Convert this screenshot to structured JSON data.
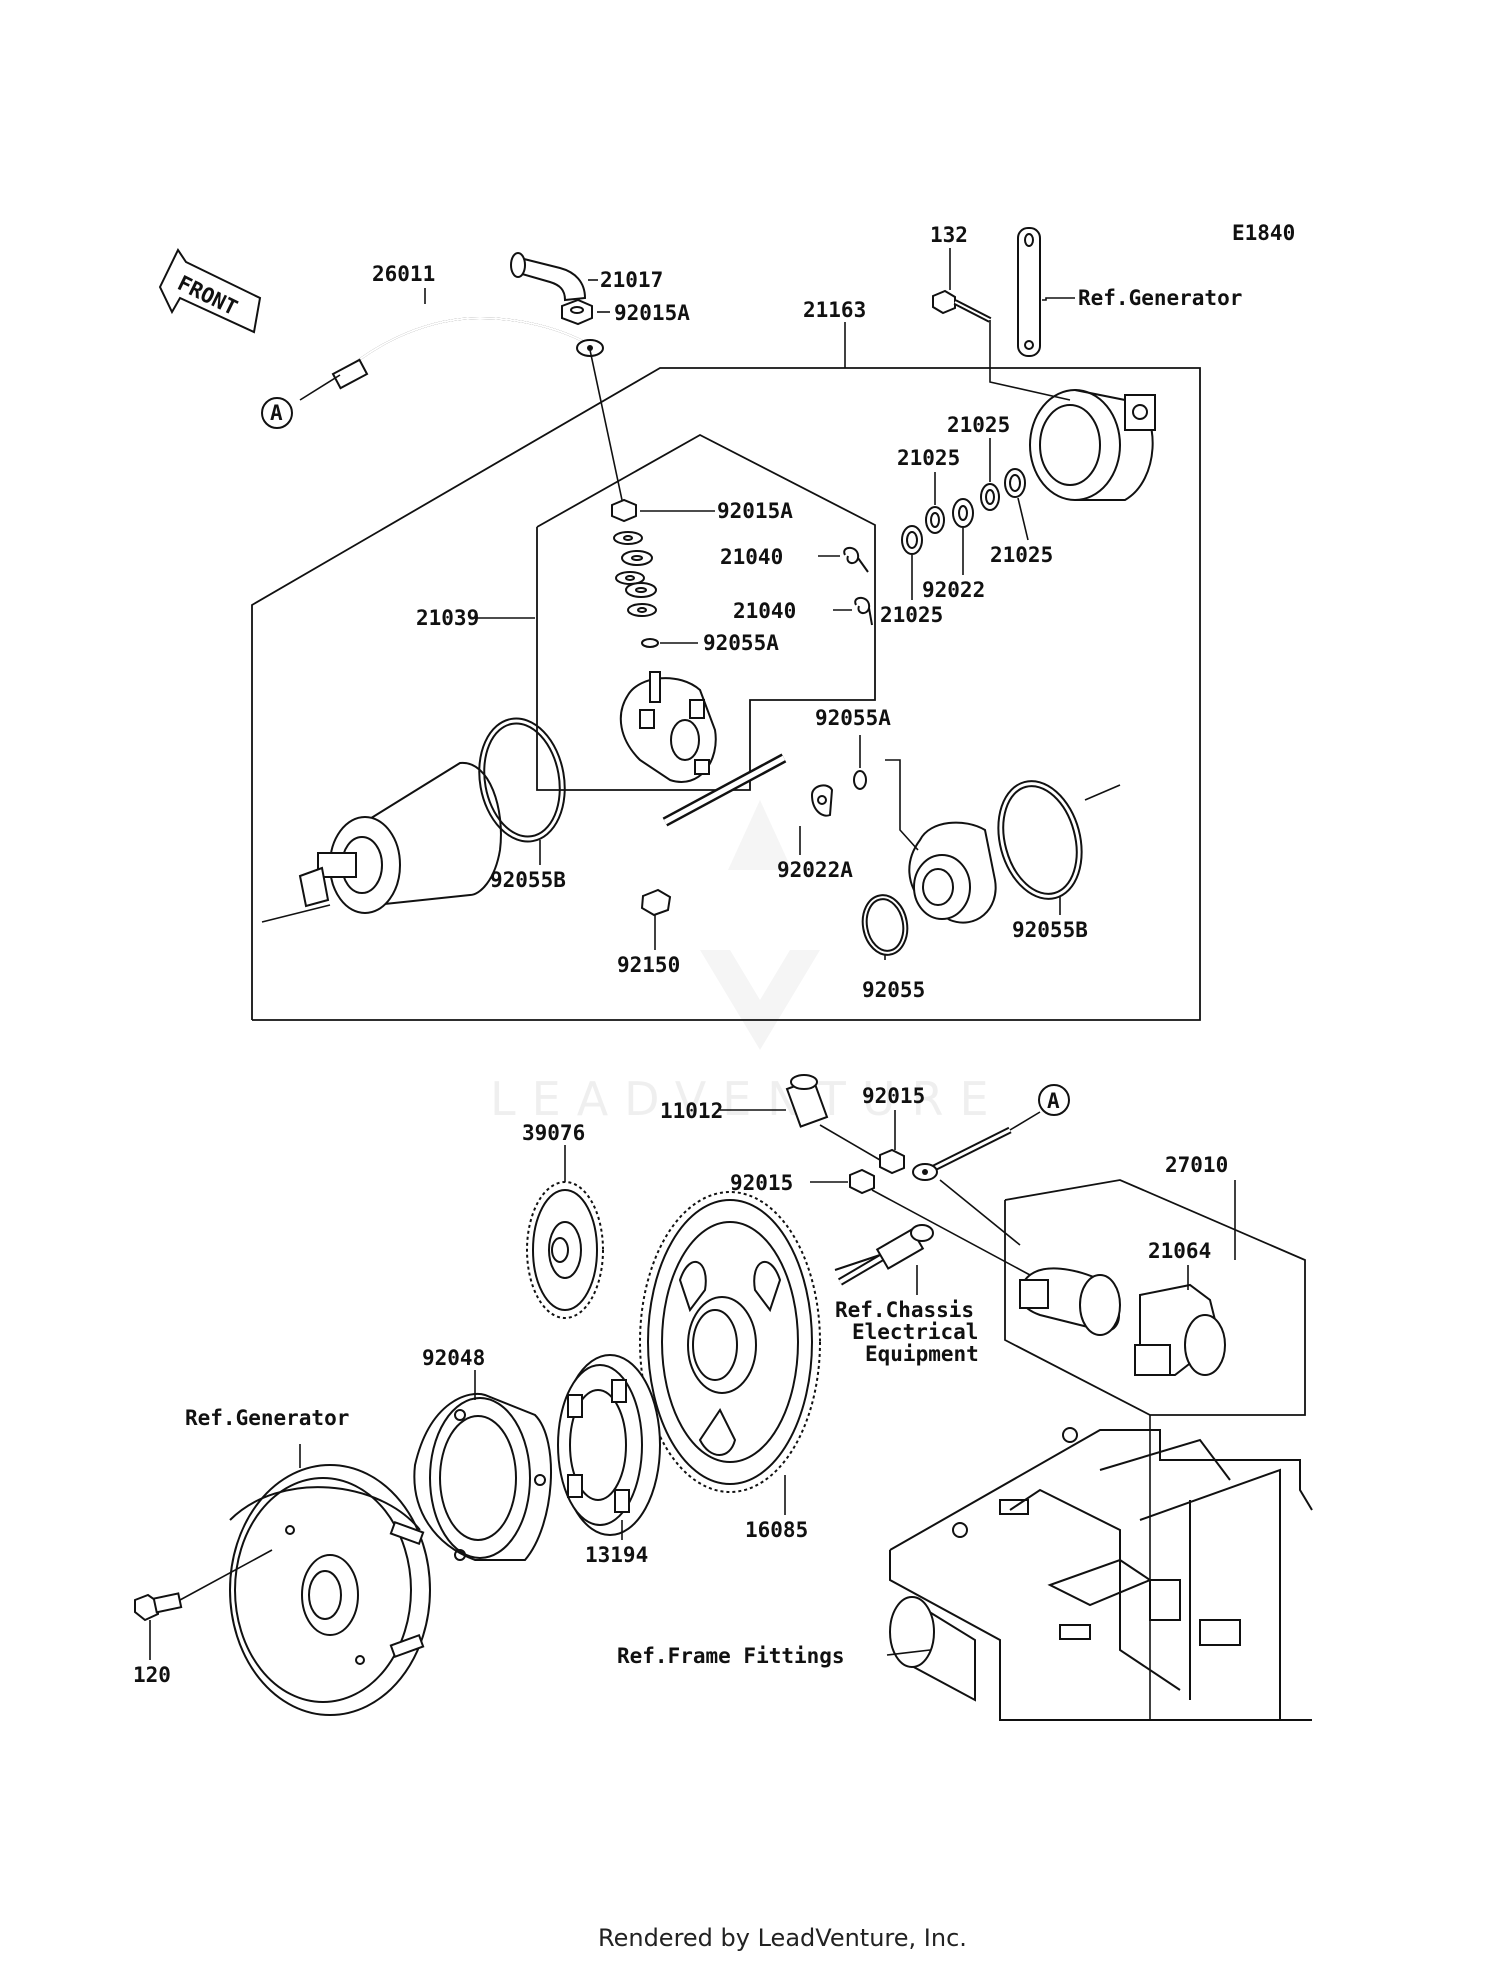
{
  "diagram": {
    "code": "E1840",
    "front_label": "FRONT",
    "callout_A": "A",
    "refs": {
      "generator_top": "Ref.Generator",
      "generator_bottom": "Ref.Generator",
      "chassis_1": "Ref.Chassis",
      "chassis_2": "Electrical",
      "chassis_3": "Equipment",
      "frame": "Ref.Frame Fittings"
    },
    "parts": {
      "p26011": "26011",
      "p21017": "21017",
      "p92015A_top": "92015A",
      "p21163": "21163",
      "p132": "132",
      "p21025_a": "21025",
      "p21025_b": "21025",
      "p21025_c": "21025",
      "p21025_d": "21025",
      "p92022": "92022",
      "p92015A_mid": "92015A",
      "p21040_a": "21040",
      "p21040_b": "21040",
      "p21039": "21039",
      "p92055A_a": "92055A",
      "p92055A_b": "92055A",
      "p92055B_a": "92055B",
      "p92022A": "92022A",
      "p92150": "92150",
      "p92055": "92055",
      "p92055B_b": "92055B",
      "p11012": "11012",
      "p92015_a": "92015",
      "p92015_b": "92015",
      "p39076": "39076",
      "p27010": "27010",
      "p21064": "21064",
      "p92048": "92048",
      "p13194": "13194",
      "p16085": "16085",
      "p120": "120"
    }
  },
  "watermark": "LEADVENTURE",
  "footer": "Rendered by LeadVenture, Inc."
}
